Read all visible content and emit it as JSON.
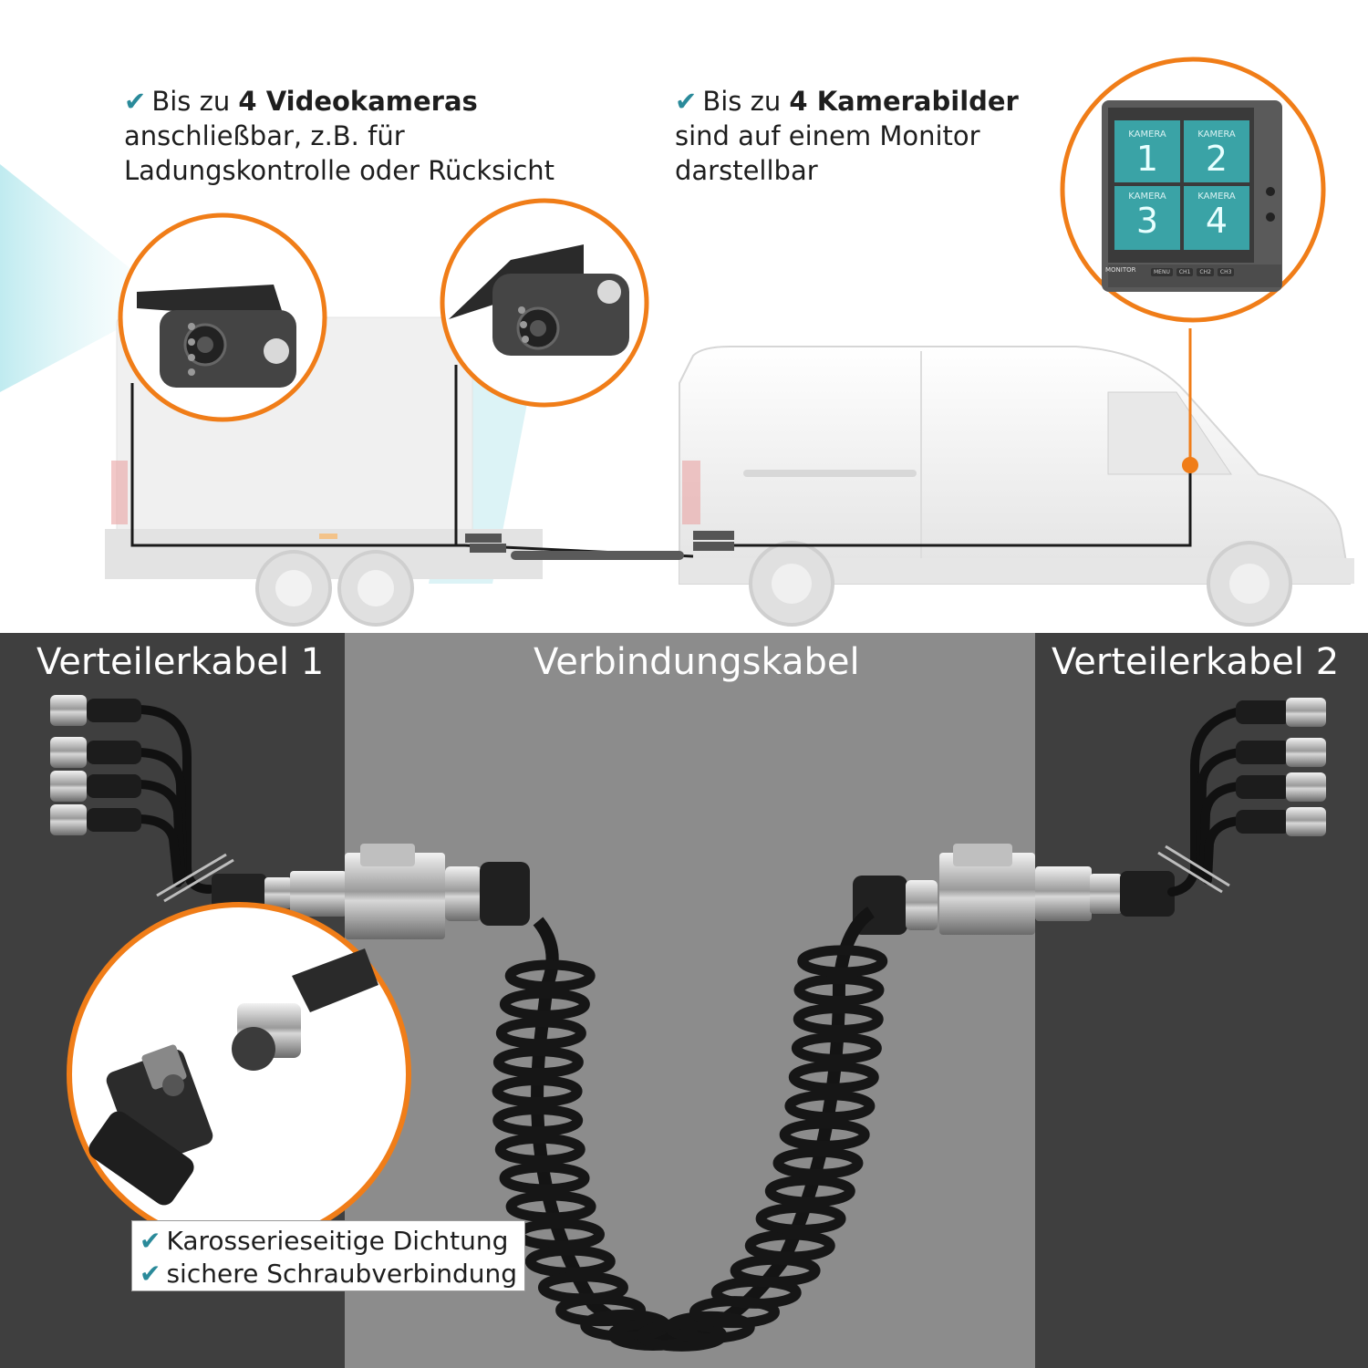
{
  "features_top": [
    {
      "check": "✔",
      "prefix": "Bis zu ",
      "bold": "4 Videokameras",
      "line2": "anschließbar, z.B. für",
      "line3": "Ladungskontrolle oder Rücksicht"
    },
    {
      "check": "✔",
      "prefix": "Bis zu ",
      "bold": "4 Kamerabilder",
      "line2": "sind auf einem Monitor",
      "line3": "darstellbar"
    }
  ],
  "sections": {
    "left": "Verteilerkabel 1",
    "center": "Verbindungskabel",
    "right": "Verteilerkabel 2"
  },
  "seal_features": [
    {
      "check": "✔",
      "text": "Karosserieseitige Dichtung"
    },
    {
      "check": "✔",
      "text": "sichere Schraubverbindung"
    }
  ],
  "monitor": {
    "quadrants": [
      {
        "label": "KAMERA",
        "number": "1"
      },
      {
        "label": "KAMERA",
        "number": "2"
      },
      {
        "label": "KAMERA",
        "number": "3"
      },
      {
        "label": "KAMERA",
        "number": "4"
      }
    ],
    "brand": "MONITOR",
    "buttons": [
      "MENU",
      "CH1",
      "CH2",
      "CH3"
    ]
  },
  "colors": {
    "accent_orange": "#f07d18",
    "check_teal": "#2a8a9a",
    "panel_dark": "#3f3f3f",
    "panel_mid": "#8c8c8c",
    "screen_teal": "#3aa3a6",
    "camera_beam": "#bfe9ee"
  },
  "icons": [
    "check-icon",
    "camera-icon",
    "monitor-icon",
    "trailer-icon",
    "van-icon",
    "cable-icon",
    "connector-icon"
  ]
}
